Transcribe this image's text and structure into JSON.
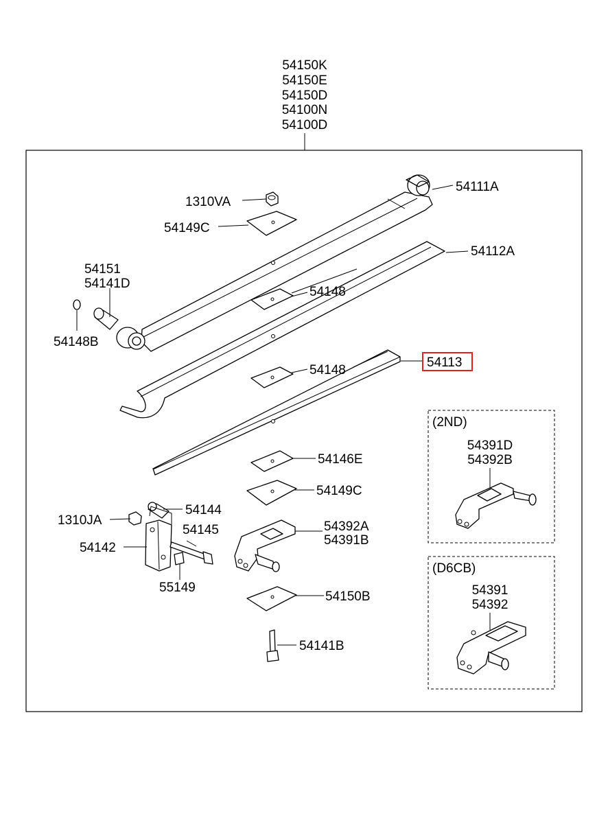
{
  "assembly_labels": [
    "54150K",
    "54150E",
    "54150D",
    "54100N",
    "54100D"
  ],
  "labels": {
    "p54111A": "54111A",
    "p1310VA": "1310VA",
    "p54149C_top": "54149C",
    "p54112A": "54112A",
    "p54151": "54151",
    "p54141D": "54141D",
    "p54148_top": "54148",
    "p54148B": "54148B",
    "p54148_mid": "54148",
    "p54113": "54113",
    "p54146E": "54146E",
    "p54149C_low": "54149C",
    "p54144": "54144",
    "p1310JA": "1310JA",
    "p54145": "54145",
    "p54142": "54142",
    "p55149": "55149",
    "p54392A": "54392A",
    "p54391B": "54391B",
    "p54150B": "54150B",
    "p54141B": "54141B"
  },
  "variant_2nd": {
    "title": "(2ND)",
    "parts": [
      "54391D",
      "54392B"
    ]
  },
  "variant_d6cb": {
    "title": "(D6CB)",
    "parts": [
      "54391",
      "54392"
    ]
  },
  "highlighted_part": "54113",
  "colors": {
    "highlight": "#e0201a",
    "line": "#000000",
    "background": "#ffffff"
  }
}
